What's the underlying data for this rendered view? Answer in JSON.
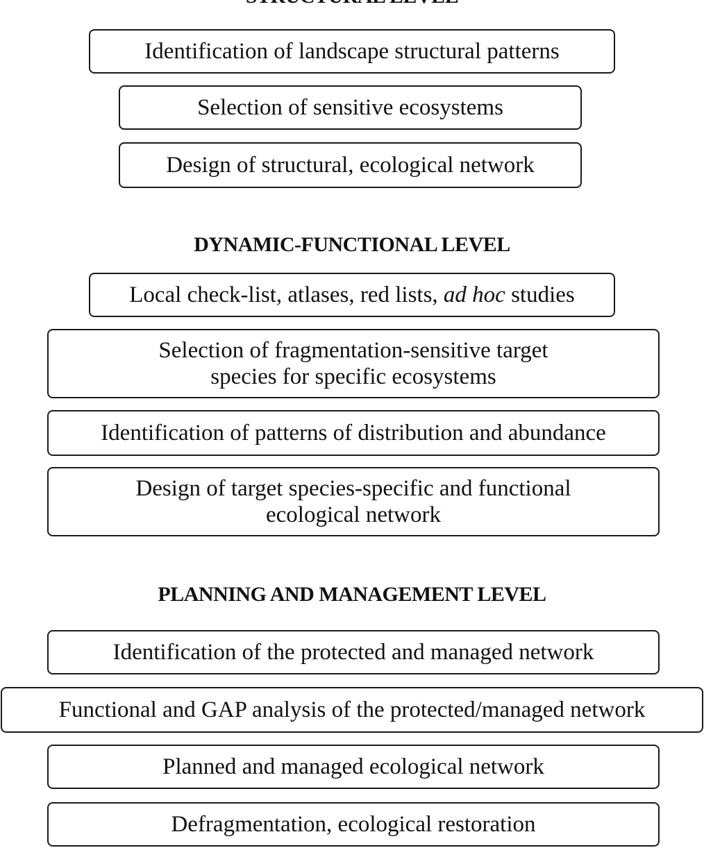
{
  "structural": {
    "heading": "STRUCTURAL LEVEL",
    "steps": [
      "Identification of landscape structural patterns",
      "Selection of sensitive ecosystems",
      "Design of structural, ecological network"
    ]
  },
  "dynamic": {
    "heading": "DYNAMIC-FUNCTIONAL LEVEL",
    "step1": {
      "before": "Local check-list, atlases, red lists, ",
      "italic": "ad hoc",
      "after": " studies"
    },
    "step2": {
      "line1": "Selection of fragmentation-sensitive target",
      "line2": "species for specific ecosystems"
    },
    "step3": "Identification of patterns of distribution and abundance",
    "step4": {
      "line1": "Design of target species-specific and functional",
      "line2": "ecological network"
    }
  },
  "planning": {
    "heading": "PLANNING AND MANAGEMENT LEVEL",
    "steps": [
      "Identification of the protected and managed network",
      "Functional and GAP analysis of the protected/managed network",
      "Planned and managed ecological network",
      "Defragmentation, ecological restoration"
    ]
  }
}
